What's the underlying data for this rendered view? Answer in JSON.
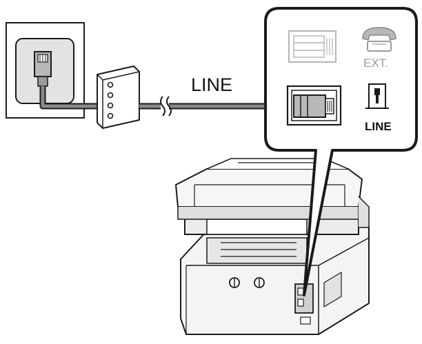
{
  "cable_label": "LINE",
  "printer_ports": {
    "ext_label": "EXT.",
    "line_label": "LINE"
  },
  "icons": {
    "wall_jack": "phone-jack-icon",
    "splitter": "dsl-filter-icon",
    "ext_port": "telephone-icon",
    "line_port": "wall-line-icon"
  },
  "colors": {
    "stroke": "#1a1a1a",
    "cable": "#8a8a8a",
    "printer_body": "#f4f4f4",
    "printer_shade": "#c8c8c8"
  }
}
